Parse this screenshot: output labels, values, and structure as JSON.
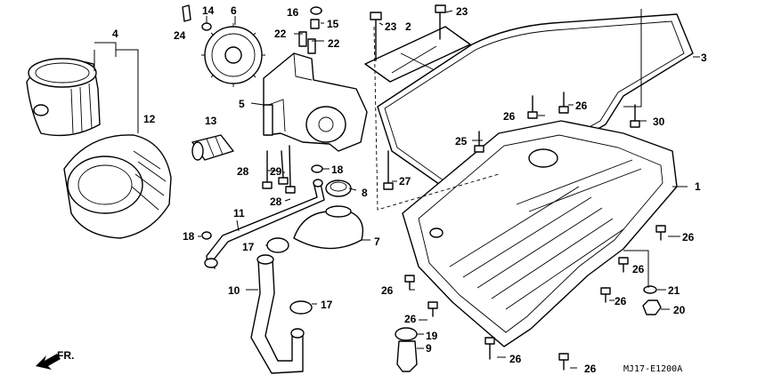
{
  "parts": [
    {
      "id": "p4",
      "label": "4"
    },
    {
      "id": "p12",
      "label": "12"
    },
    {
      "id": "p13",
      "label": "13"
    },
    {
      "id": "p14",
      "label": "14"
    },
    {
      "id": "p24",
      "label": "24"
    },
    {
      "id": "p6",
      "label": "6"
    },
    {
      "id": "p16",
      "label": "16"
    },
    {
      "id": "p15",
      "label": "15"
    },
    {
      "id": "p22a",
      "label": "22"
    },
    {
      "id": "p22b",
      "label": "22"
    },
    {
      "id": "p5",
      "label": "5"
    },
    {
      "id": "p23a",
      "label": "23"
    },
    {
      "id": "p2",
      "label": "2"
    },
    {
      "id": "p23b",
      "label": "23"
    },
    {
      "id": "p3",
      "label": "3"
    },
    {
      "id": "p26a",
      "label": "26"
    },
    {
      "id": "p26b",
      "label": "26"
    },
    {
      "id": "p30",
      "label": "30"
    },
    {
      "id": "p25",
      "label": "25"
    },
    {
      "id": "p28a",
      "label": "28"
    },
    {
      "id": "p29",
      "label": "29"
    },
    {
      "id": "p18a",
      "label": "18"
    },
    {
      "id": "p28b",
      "label": "28"
    },
    {
      "id": "p8",
      "label": "8"
    },
    {
      "id": "p27",
      "label": "27"
    },
    {
      "id": "p1",
      "label": "1"
    },
    {
      "id": "p11",
      "label": "11"
    },
    {
      "id": "p18b",
      "label": "18"
    },
    {
      "id": "p17a",
      "label": "17"
    },
    {
      "id": "p7",
      "label": "7"
    },
    {
      "id": "p26c",
      "label": "26"
    },
    {
      "id": "p26d",
      "label": "26"
    },
    {
      "id": "p10",
      "label": "10"
    },
    {
      "id": "p17b",
      "label": "17"
    },
    {
      "id": "p26e",
      "label": "26"
    },
    {
      "id": "p21",
      "label": "21"
    },
    {
      "id": "p26f",
      "label": "26"
    },
    {
      "id": "p20",
      "label": "20"
    },
    {
      "id": "p26g",
      "label": "26"
    },
    {
      "id": "p19",
      "label": "19"
    },
    {
      "id": "p9",
      "label": "9"
    },
    {
      "id": "p26h",
      "label": "26"
    },
    {
      "id": "p26i",
      "label": "26"
    }
  ],
  "direction_label": "FR.",
  "diagram_code": "MJ17-E1200A"
}
